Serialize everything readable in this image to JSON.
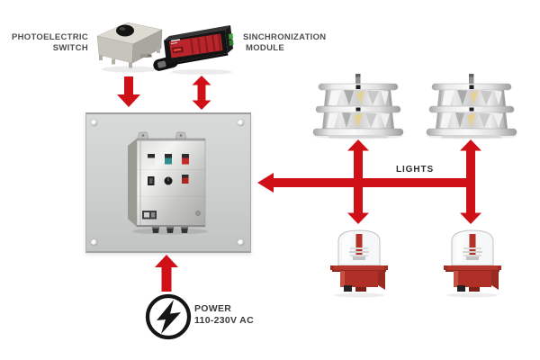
{
  "labels": {
    "photoelectric_switch_line1": "PHOTOELECTRIC",
    "photoelectric_switch_line2": "SWITCH",
    "sync_module_line1": "SINCHRONIZATION",
    "sync_module_line2": "MODULE",
    "lights": "LIGHTS",
    "power_line1": "POWER",
    "power_line2": "110-230V AC"
  },
  "colors": {
    "arrow-red": "#cf1117",
    "label-gray": "#4d4d4d",
    "dark-text": "#2e2e2e",
    "panel-gray": "#cdcfcf",
    "beacon-red": "#b5372c",
    "steel-gray": "#c9c9c7"
  },
  "icons": {
    "power": "lightning-bolt-icon",
    "connections": [
      "down-arrow-icon",
      "up-down-arrow-icon",
      "left-arrow-icon"
    ]
  },
  "images": {
    "photoelectric_switch": "photoelectric-switch-photo",
    "sinchronization_module": "sinchronization-module-photo",
    "remote_control": "remote-fob-photo",
    "control_cabinet": "control-cabinet-photo",
    "mounting_panel": "mounting-panel-photo",
    "drum_lights": [
      "stacked-beacon-light-1",
      "stacked-beacon-light-2"
    ],
    "obstruction_lights": [
      "red-obstruction-light-1",
      "red-obstruction-light-2"
    ]
  }
}
